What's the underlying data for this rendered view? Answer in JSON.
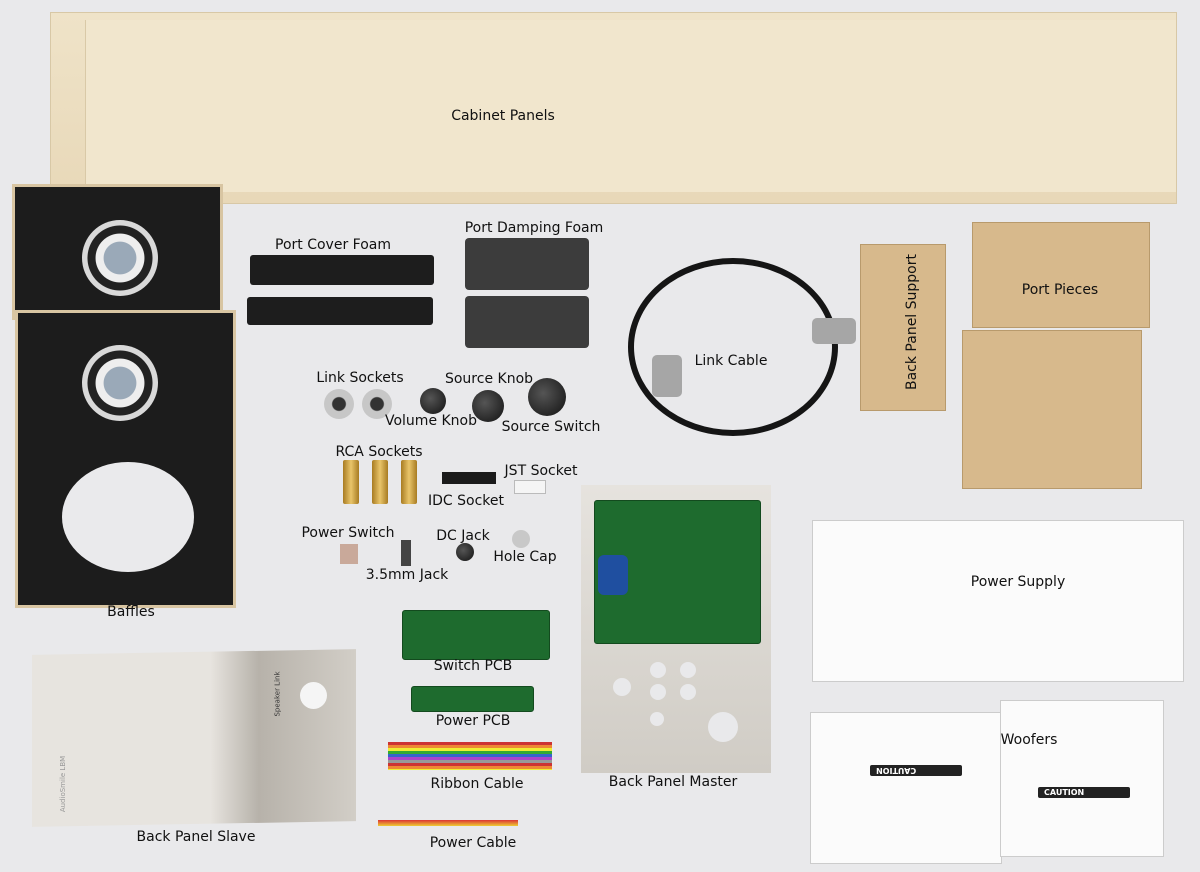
{
  "labels": {
    "cabinet_panels": "Cabinet Panels",
    "port_cover_foam": "Port Cover Foam",
    "port_damping_foam": "Port Damping Foam",
    "port_pieces": "Port Pieces",
    "back_panel_support": "Back Panel Support",
    "link_cable": "Link Cable",
    "link_sockets": "Link Sockets",
    "source_knob": "Source Knob",
    "volume_knob": "Volume Knob",
    "source_switch": "Source Switch",
    "rca_sockets": "RCA Sockets",
    "jst_socket": "JST Socket",
    "idc_socket": "IDC Socket",
    "power_switch": "Power Switch",
    "dc_jack": "DC Jack",
    "hole_cap": "Hole Cap",
    "jack_35mm": "3.5mm Jack",
    "baffles": "Baffles",
    "power_supply": "Power Supply",
    "switch_pcb": "Switch PCB",
    "power_pcb": "Power PCB",
    "woofers": "Woofers",
    "ribbon_cable": "Ribbon Cable",
    "back_panel_master": "Back Panel Master",
    "back_panel_slave": "Back Panel Slave",
    "power_cable": "Power Cable"
  },
  "printed": {
    "speaker_link": "Speaker Link",
    "audiosmile_lbm": "AudioSmile LBM",
    "caution_1": "CAUTION",
    "caution_2": "CAUTION"
  }
}
